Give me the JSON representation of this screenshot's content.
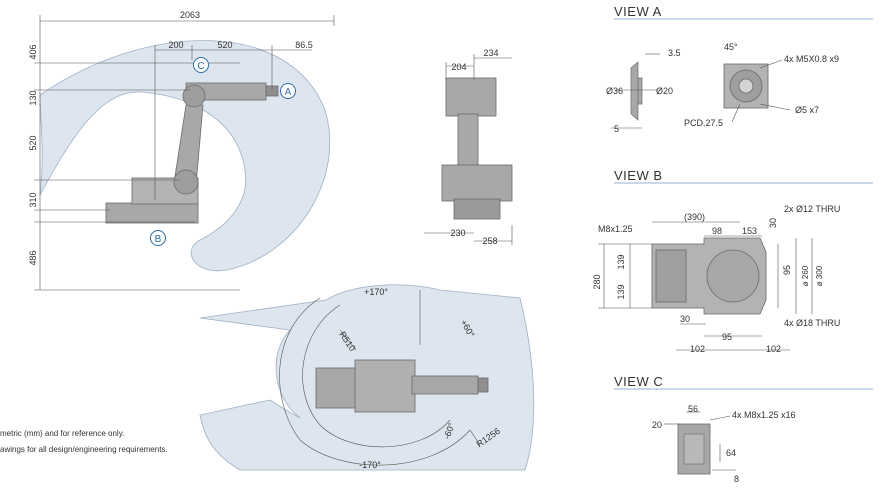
{
  "colors": {
    "envelope": "#dde5ee",
    "robot": "#a8a8a8",
    "robot_dark": "#7a7a7a",
    "line": "#444444",
    "callout": "#2e6da4",
    "title_rule": "#8fb3d6"
  },
  "side_view": {
    "dims": {
      "top_width": "2063",
      "d200": "200",
      "d520": "520",
      "d865": "86.5",
      "v406": "406",
      "v130": "130",
      "v520": "520",
      "v310": "310",
      "v486": "486"
    },
    "callouts": {
      "a": "A",
      "b": "B",
      "c": "C"
    }
  },
  "front_view": {
    "dims": {
      "d204": "204",
      "d234": "234",
      "d230": "230",
      "d258": "258"
    }
  },
  "top_view": {
    "dims": {
      "plus170": "+170°",
      "minus170": "-170°",
      "plus60": "+60°",
      "minus60": "-60°",
      "r510": "R510",
      "r1256": "R1256"
    },
    "notes": {
      "line1": "metric (mm) and for reference only.",
      "line2": "awings for all design/engineering requirements."
    }
  },
  "view_a": {
    "title": "VIEW A",
    "labels": {
      "d35": "3.5",
      "d36": "Ø36",
      "d20": "Ø20",
      "d5": "5",
      "a45": "45°",
      "m5": "4x M5X0.8  x9",
      "pcd": "PCD.27.5",
      "o5": "Ø5  x7"
    }
  },
  "view_b": {
    "title": "VIEW B",
    "labels": {
      "thru12": "2x Ø12 THRU",
      "m8": "M8x1.25",
      "d390": "(390)",
      "d98": "98",
      "d153": "153",
      "d30a": "30",
      "d280": "280",
      "d139a": "139",
      "d139b": "139",
      "d95a": "95",
      "d260": "ø 260",
      "d300": "ø 300",
      "d30b": "30",
      "thru18": "4x Ø18 THRU",
      "d95b": "95",
      "d102a": "102",
      "d102b": "102"
    }
  },
  "view_c": {
    "title": "VIEW C",
    "labels": {
      "d56": "56",
      "d20": "20",
      "m8x16": "4x M8x1.25  x16",
      "d64": "64",
      "d8": "8"
    }
  }
}
